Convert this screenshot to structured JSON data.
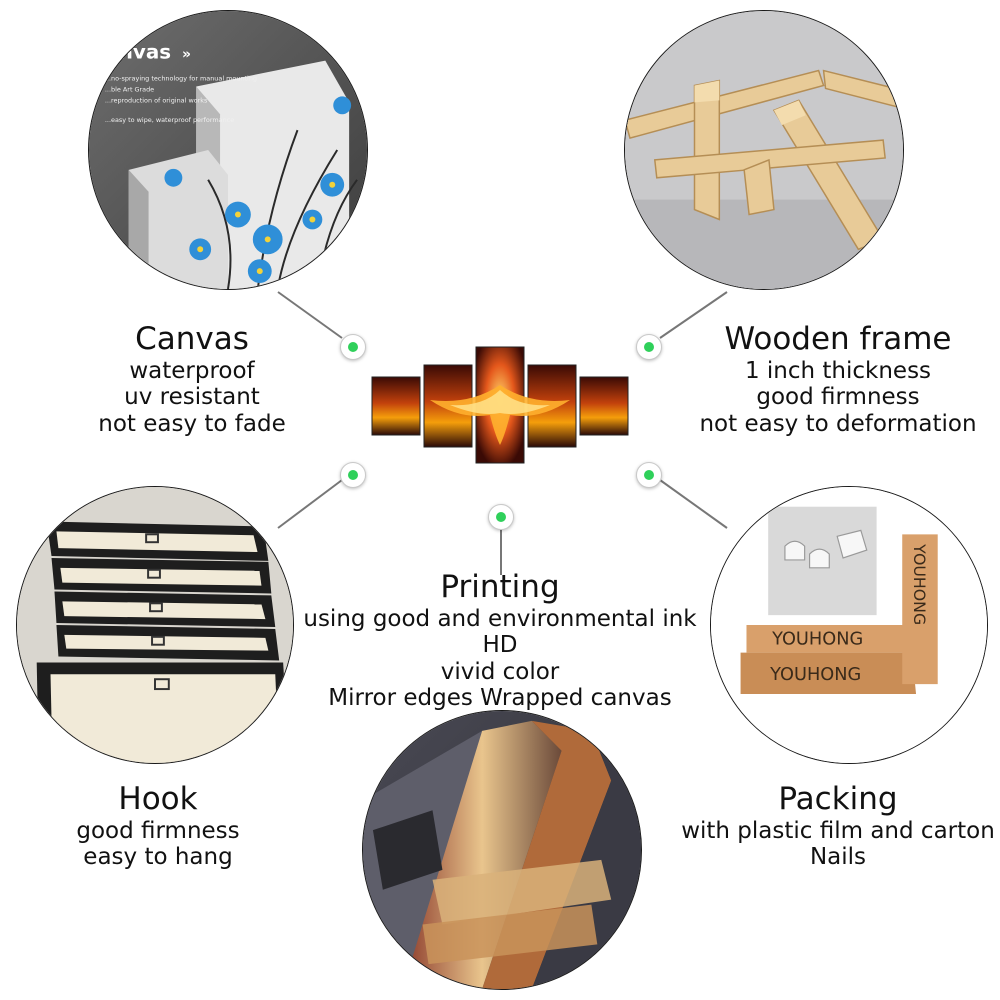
{
  "canvas": {
    "title": "Canvas",
    "lines": [
      "waterproof",
      "uv resistant",
      "not easy to fade"
    ],
    "image_text": {
      "brand": "nvas",
      "chevron": "»",
      "lines": [
        "...no-spraying technology for manual mounting",
        "...ble Art Grade",
        "...reproduction of original works",
        "...easy to wipe, waterproof performance"
      ]
    }
  },
  "wooden_frame": {
    "title": "Wooden frame",
    "lines": [
      "1 inch thickness",
      "good firmness",
      "not easy to deformation"
    ]
  },
  "printing": {
    "title": "Printing",
    "lines": [
      "using good and environmental ink",
      "HD",
      "vivid color",
      "Mirror edges Wrapped canvas"
    ]
  },
  "hook": {
    "title": "Hook",
    "lines": [
      "good firmness",
      "easy to hang"
    ]
  },
  "packing": {
    "title": "Packing",
    "lines": [
      "with plastic film and carton",
      "Nails"
    ],
    "box_brand": "YOUHONG"
  },
  "colors": {
    "accent_dot": "#2fd05a",
    "outline": "#1a1a1a",
    "connector": "#777777"
  }
}
